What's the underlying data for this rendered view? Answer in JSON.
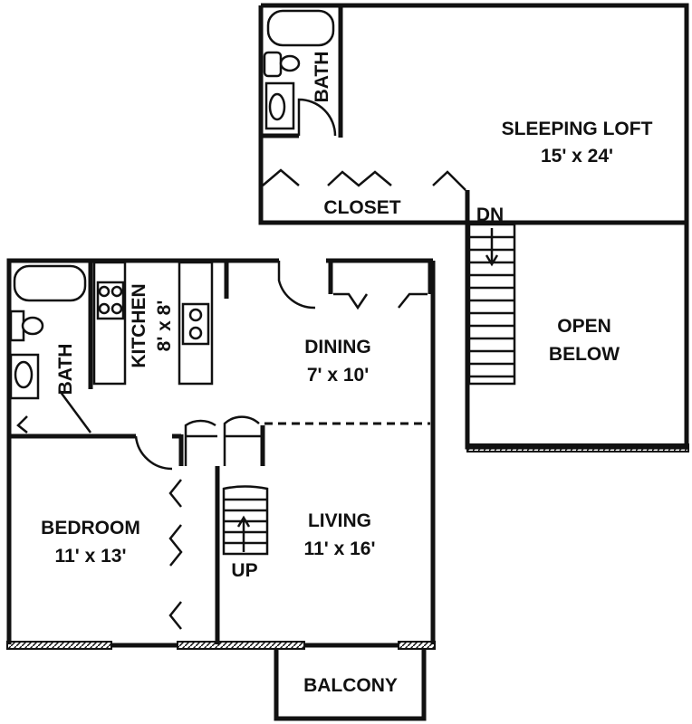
{
  "rooms": {
    "sleeping_loft": {
      "name": "SLEEPING LOFT",
      "size": "15' x 24'"
    },
    "loft_bath": {
      "name": "BATH"
    },
    "closet": {
      "name": "CLOSET"
    },
    "stairs_down": {
      "name": "DN"
    },
    "open_below": {
      "line1": "OPEN",
      "line2": "BELOW"
    },
    "bath": {
      "name": "BATH"
    },
    "kitchen": {
      "name": "KITCHEN",
      "size": "8' x 8'"
    },
    "dining": {
      "name": "DINING",
      "size": "7' x 10'"
    },
    "bedroom": {
      "name": "BEDROOM",
      "size": "11' x 13'"
    },
    "living": {
      "name": "LIVING",
      "size": "11' x 16'"
    },
    "stairs_up": {
      "name": "UP"
    },
    "balcony": {
      "name": "BALCONY"
    }
  }
}
